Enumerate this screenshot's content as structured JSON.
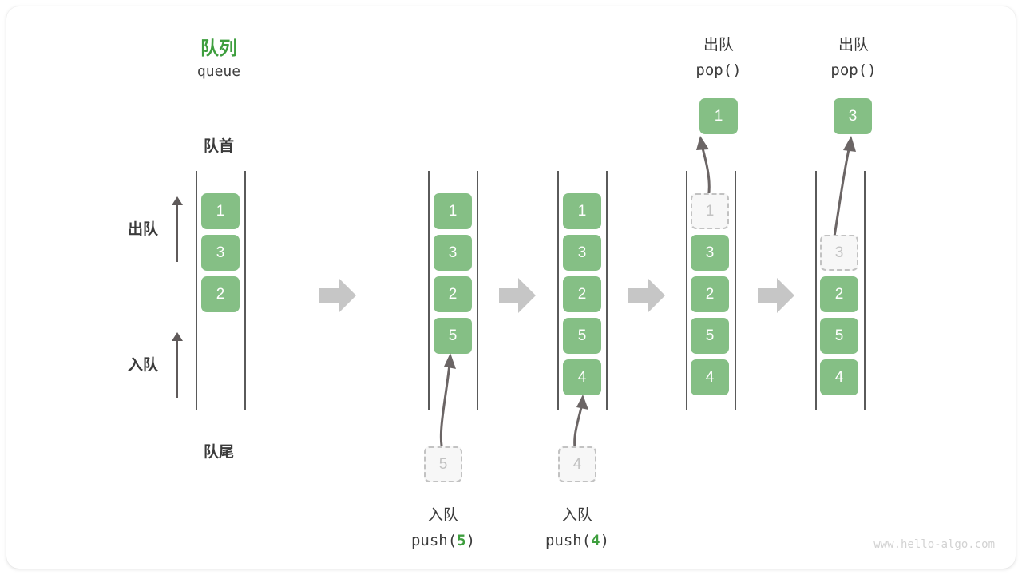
{
  "diagram": {
    "title_cn": "队列",
    "title_en": "queue",
    "front_label": "队首",
    "rear_label": "队尾",
    "dequeue_label": "出队",
    "enqueue_label": "入队",
    "watermark": "www.hello-algo.com",
    "accent_green": "#3e9e3e",
    "cell_green": "#85bf85",
    "ghost_gray": "#c2c2c2",
    "arrow_gray": "#c6c6c6"
  },
  "columns": [
    {
      "id": "initial",
      "cells": [
        {
          "value": "1",
          "state": "filled"
        },
        {
          "value": "3",
          "state": "filled"
        },
        {
          "value": "2",
          "state": "filled"
        }
      ]
    },
    {
      "id": "push5",
      "caption_cn": "入队",
      "caption_code_prefix": "push(",
      "caption_code_value": "5",
      "caption_code_suffix": ")",
      "incoming_value": "5",
      "cells": [
        {
          "value": "1",
          "state": "filled"
        },
        {
          "value": "3",
          "state": "filled"
        },
        {
          "value": "2",
          "state": "filled"
        },
        {
          "value": "5",
          "state": "filled"
        }
      ]
    },
    {
      "id": "push4",
      "caption_cn": "入队",
      "caption_code_prefix": "push(",
      "caption_code_value": "4",
      "caption_code_suffix": ")",
      "incoming_value": "4",
      "cells": [
        {
          "value": "1",
          "state": "filled"
        },
        {
          "value": "3",
          "state": "filled"
        },
        {
          "value": "2",
          "state": "filled"
        },
        {
          "value": "5",
          "state": "filled"
        },
        {
          "value": "4",
          "state": "filled"
        }
      ]
    },
    {
      "id": "pop1",
      "header_cn": "出队",
      "header_code": "pop()",
      "popped_value": "1",
      "cells": [
        {
          "value": "1",
          "state": "ghost"
        },
        {
          "value": "3",
          "state": "filled"
        },
        {
          "value": "2",
          "state": "filled"
        },
        {
          "value": "5",
          "state": "filled"
        },
        {
          "value": "4",
          "state": "filled"
        }
      ]
    },
    {
      "id": "pop3",
      "header_cn": "出队",
      "header_code": "pop()",
      "popped_value": "3",
      "cells": [
        {
          "value": "3",
          "state": "ghost"
        },
        {
          "value": "2",
          "state": "filled"
        },
        {
          "value": "5",
          "state": "filled"
        },
        {
          "value": "4",
          "state": "filled"
        }
      ]
    }
  ]
}
